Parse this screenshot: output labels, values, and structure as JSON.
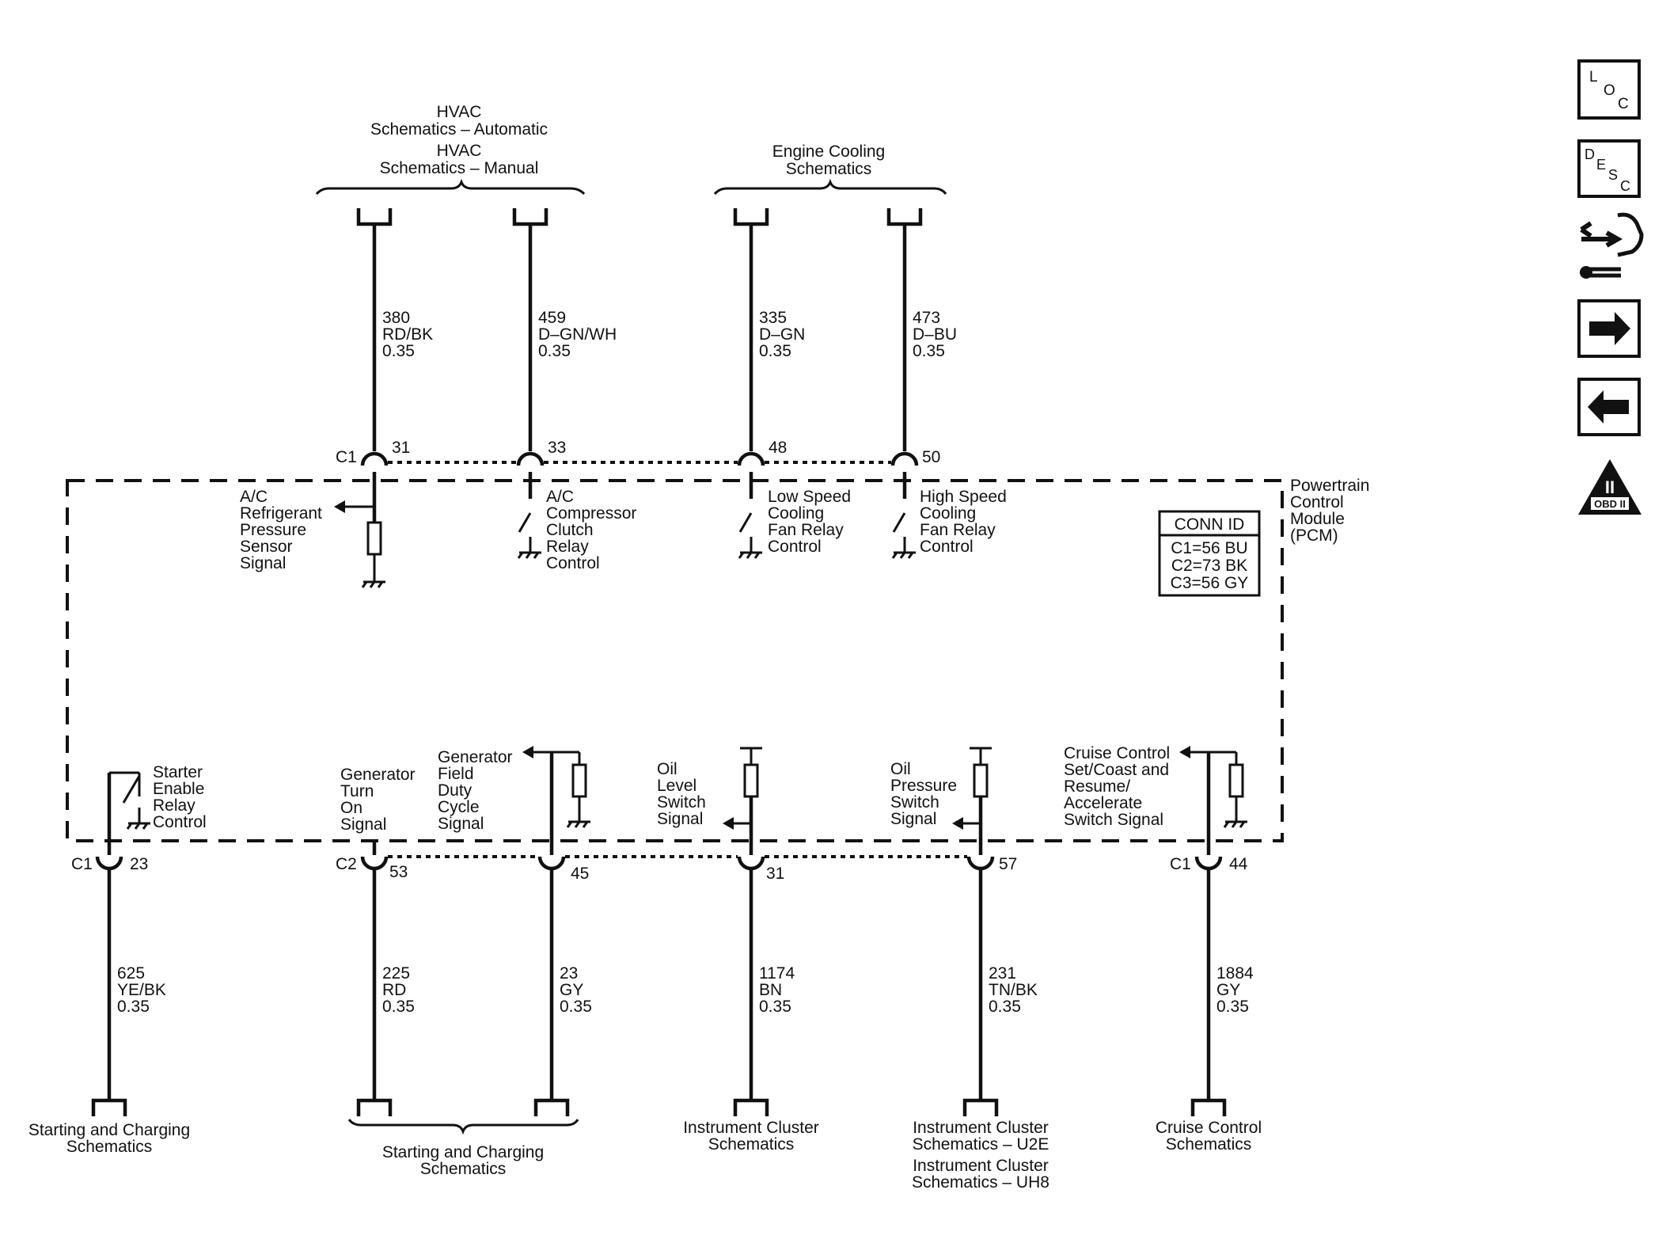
{
  "top_groups": {
    "hvac": [
      "HVAC",
      "Schematics – Automatic",
      "HVAC",
      "Schematics – Manual"
    ],
    "engine_cooling": [
      "Engine Cooling",
      "Schematics"
    ]
  },
  "top_circuits": [
    {
      "num": "380",
      "color": "RD/BK",
      "size": "0.35",
      "connector": "C1",
      "pin": "31",
      "label": [
        "A/C",
        "Refrigerant",
        "Pressure",
        "Sensor",
        "Signal"
      ]
    },
    {
      "num": "459",
      "color": "D–GN/WH",
      "size": "0.35",
      "pin": "33",
      "label": [
        "A/C",
        "Compressor",
        "Clutch",
        "Relay",
        "Control"
      ]
    },
    {
      "num": "335",
      "color": "D–GN",
      "size": "0.35",
      "pin": "48",
      "label": [
        "Low Speed",
        "Cooling",
        "Fan Relay",
        "Control"
      ]
    },
    {
      "num": "473",
      "color": "D–BU",
      "size": "0.35",
      "pin": "50",
      "label": [
        "High Speed",
        "Cooling",
        "Fan Relay",
        "Control"
      ]
    }
  ],
  "module": {
    "name": [
      "Powertrain",
      "Control",
      "Module",
      "(PCM)"
    ],
    "conn_id_title": "CONN ID",
    "conn_ids": [
      "C1=56 BU",
      "C2=73 BK",
      "C3=56 GY"
    ]
  },
  "bottom_circuits": [
    {
      "num": "625",
      "color": "YE/BK",
      "size": "0.35",
      "connector": "C1",
      "pin": "23",
      "label": [
        "Starter",
        "Enable",
        "Relay",
        "Control"
      ]
    },
    {
      "num": "225",
      "color": "RD",
      "size": "0.35",
      "connector": "C2",
      "pin": "53",
      "label": [
        "Generator",
        "Turn",
        "On",
        "Signal"
      ]
    },
    {
      "num": "23",
      "color": "GY",
      "size": "0.35",
      "pin": "45",
      "label": [
        "Generator",
        "Field",
        "Duty",
        "Cycle",
        "Signal"
      ]
    },
    {
      "num": "1174",
      "color": "BN",
      "size": "0.35",
      "pin": "31",
      "label": [
        "Oil",
        "Level",
        "Switch",
        "Signal"
      ]
    },
    {
      "num": "231",
      "color": "TN/BK",
      "size": "0.35",
      "pin": "57",
      "label": [
        "Oil",
        "Pressure",
        "Switch",
        "Signal"
      ]
    },
    {
      "num": "1884",
      "color": "GY",
      "size": "0.35",
      "connector": "C1",
      "pin": "44",
      "label": [
        "Cruise Control",
        "Set/Coast and",
        "Resume/",
        "Accelerate",
        "Switch Signal"
      ]
    }
  ],
  "destinations": {
    "starting_charging_single": [
      "Starting and Charging",
      "Schematics"
    ],
    "starting_charging_group": [
      "Starting and Charging",
      "Schematics"
    ],
    "instrument_cluster": [
      "Instrument Cluster",
      "Schematics"
    ],
    "instrument_cluster_variants": [
      "Instrument Cluster",
      "Schematics – U2E",
      "Instrument Cluster",
      "Schematics – UH8"
    ],
    "cruise_control": [
      "Cruise Control",
      "Schematics"
    ]
  },
  "nav_icons": [
    {
      "name": "loc",
      "letters": [
        "L",
        "O",
        "C"
      ]
    },
    {
      "name": "desc",
      "letters": [
        "D",
        "E",
        "S",
        "C"
      ]
    },
    {
      "name": "connector-repair-icon"
    },
    {
      "name": "next-arrow-icon"
    },
    {
      "name": "back-arrow-icon"
    },
    {
      "name": "obd-ii-icon",
      "letters": [
        "II",
        "OBD II"
      ]
    }
  ]
}
